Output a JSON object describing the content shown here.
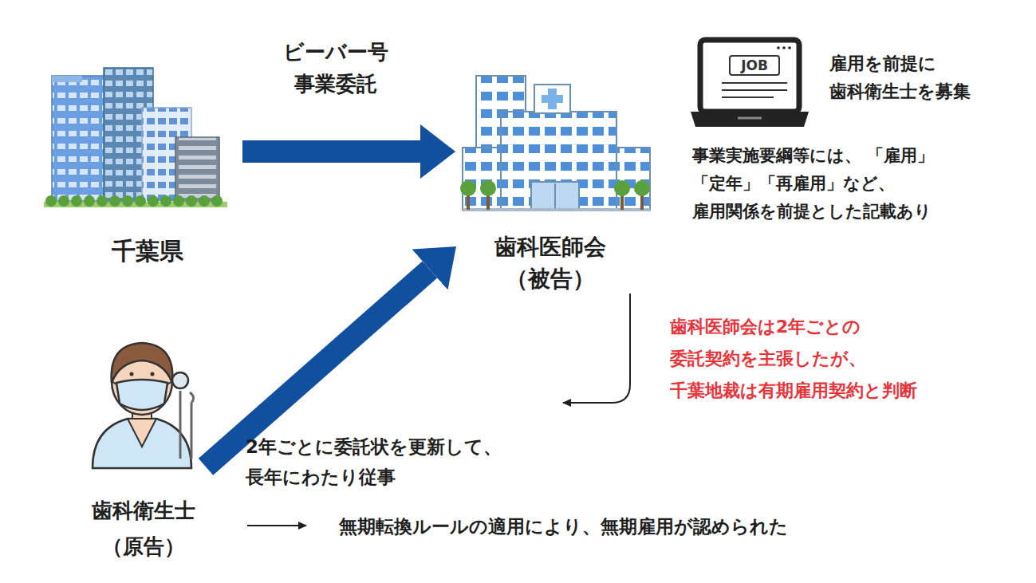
{
  "diagram": {
    "nodes": [
      {
        "text": [
          "千葉県"
        ]
      },
      {
        "text": [
          "歯科医師会",
          "（被告）"
        ]
      },
      {
        "text": [
          "歯科衛生士",
          "（原告）"
        ]
      }
    ],
    "edges": [
      {
        "from": 0,
        "to": 1,
        "arrow": "to",
        "label": "ビーバー号 事業委託"
      },
      {
        "from": 2,
        "to": 1,
        "arrow": "to"
      }
    ],
    "labels": [
      "JOB",
      "雇用を前提に 歯科衛生士を募集",
      "事業実施要綱等には、 「雇用」「定年」「再雇用」など、 雇用関係を前提とした記載あり",
      "歯科医師会は2年ごとの 委託契約を主張したが、 千葉地裁は有期雇用契約と判断",
      "2年ごとに委託状を更新して、 長年にわたり従事",
      "無期転換ルールの適用により、無期雇用が認められた"
    ]
  }
}
